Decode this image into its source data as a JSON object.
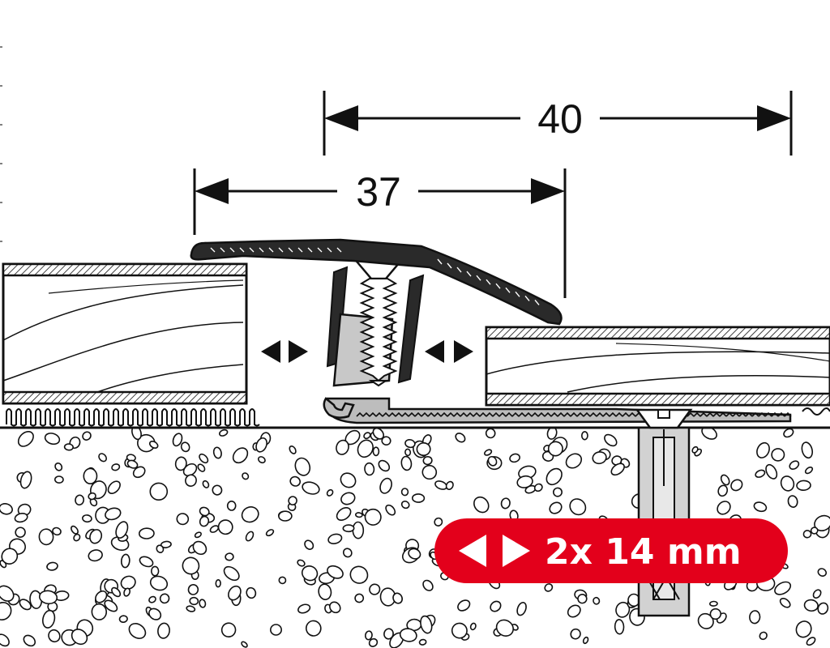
{
  "dimensions": {
    "outer": "40",
    "inner": "37"
  },
  "badge": {
    "label": "2x 14 mm",
    "color": "#e3001b",
    "icon": "double-arrow-icon"
  },
  "colors": {
    "line": "#111111",
    "profile": "#2a2a2a",
    "base_rail": "#bdbdbd",
    "dowel": "#d2d2d2",
    "concrete_bg": "#ffffff"
  }
}
